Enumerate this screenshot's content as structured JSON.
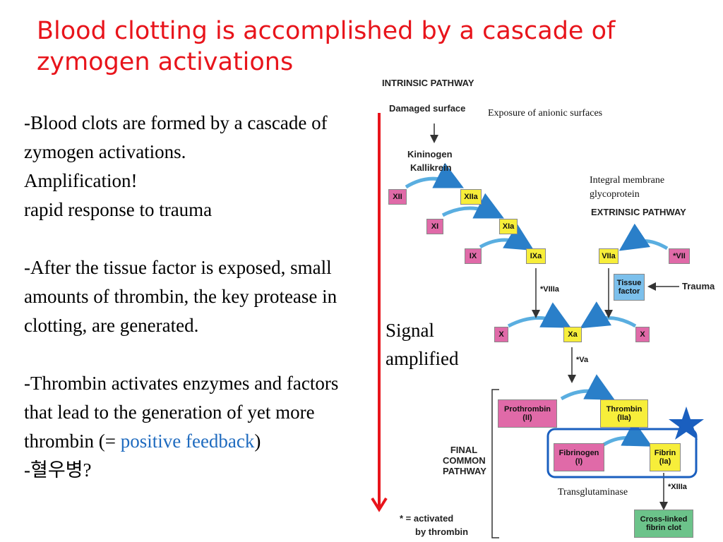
{
  "title": "Blood clotting is accomplished by a cascade of zymogen activations",
  "body": {
    "p1": "-Blood clots are formed by a cascade of zymogen activations.",
    "p1b": "Amplification!",
    "p1c": "rapid response to trauma",
    "p2": "-After the tissue factor is exposed, small amounts of thrombin, the key protease in clotting, are generated.",
    "p3a": "-Thrombin activates enzymes and factors that lead to the generation of yet more thrombin (= ",
    "p3b": "positive feedback",
    "p3c": ")",
    "p4": "-혈우병?"
  },
  "diagram": {
    "intrinsic_label": "INTRINSIC PATHWAY",
    "damaged_surface": "Damaged surface",
    "exposure_note": "Exposure of anionic surfaces",
    "kininogen": "Kininogen",
    "kallikrein": "Kallikrein",
    "integral_note_1": "Integral membrane",
    "integral_note_2": "glycoprotein",
    "extrinsic_label": "EXTRINSIC PATHWAY",
    "xii": "XII",
    "xiia": "XIIa",
    "xi": "XI",
    "xia": "XIa",
    "ix": "IX",
    "ixa": "IXa",
    "viia": "VIIa",
    "vii": "*VII",
    "tissue_factor": "Tissue factor",
    "trauma": "Trauma",
    "viiia": "*VIIIa",
    "x_left": "X",
    "xa": "Xa",
    "x_right": "X",
    "va": "*Va",
    "signal_1": "Signal",
    "signal_2": "amplified",
    "prothrombin": "Prothrombin (II)",
    "thrombin": "Thrombin (IIa)",
    "fibrinogen": "Fibrinogen (I)",
    "fibrin": "Fibrin (Ia)",
    "final_1": "FINAL",
    "final_2": "COMMON",
    "final_3": "PATHWAY",
    "transglutaminase": "Transglutaminase",
    "xiiia": "*XIIIa",
    "crosslinked": "Cross-linked fibrin clot",
    "footnote_1": "* = activated",
    "footnote_2": "by thrombin"
  },
  "colors": {
    "title": "#e8141b",
    "zymogen": "#e06aa8",
    "active": "#f7ee3a",
    "tissue": "#7cc0ec",
    "clot": "#6cc38a",
    "arrow": "#e8141b",
    "highlight": "#1f6bbf",
    "star": "#1a5fbf"
  }
}
